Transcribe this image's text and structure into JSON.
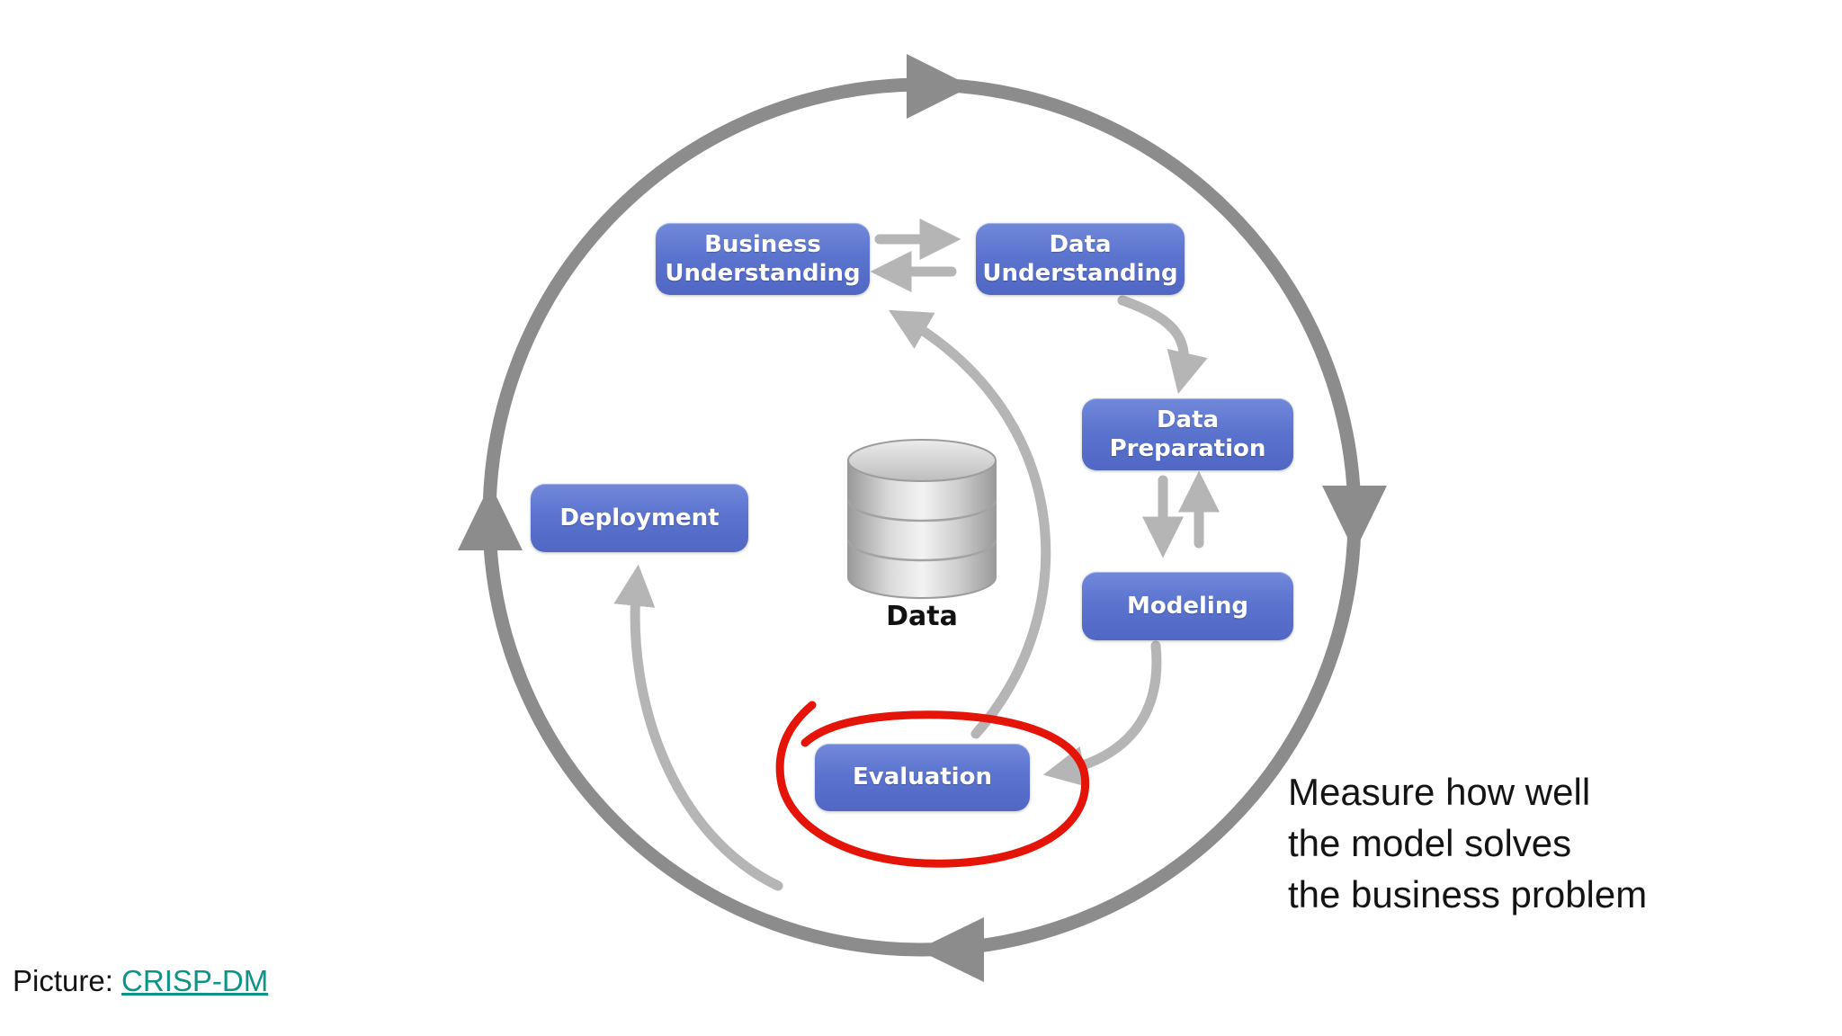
{
  "colors": {
    "node_fill": "#5b74ce",
    "node_text": "#ffffff",
    "cycle_circle": "#8c8c8c",
    "inner_arrows": "#b5b5b5",
    "highlight_red": "#e51408",
    "link_teal": "#0d9488",
    "background": "#ffffff"
  },
  "diagram": {
    "nodes": [
      {
        "id": "business-understanding",
        "label": "Business Understanding"
      },
      {
        "id": "data-understanding",
        "label": "Data Understanding"
      },
      {
        "id": "data-preparation",
        "label": "Data Preparation"
      },
      {
        "id": "modeling",
        "label": "Modeling"
      },
      {
        "id": "evaluation",
        "label": "Evaluation"
      },
      {
        "id": "deployment",
        "label": "Deployment"
      }
    ],
    "data_store_label": "Data",
    "highlighted_node": "Evaluation",
    "edges": [
      {
        "from": "Business Understanding",
        "to": "Data Understanding",
        "style": "double-arrow"
      },
      {
        "from": "Data Understanding",
        "to": "Data Preparation",
        "style": "arrow"
      },
      {
        "from": "Data Preparation",
        "to": "Modeling",
        "style": "double-arrow"
      },
      {
        "from": "Modeling",
        "to": "Evaluation",
        "style": "arrow"
      },
      {
        "from": "Evaluation",
        "to": "Business Understanding",
        "style": "arrow"
      },
      {
        "from": "Evaluation",
        "to": "Deployment",
        "style": "arrow"
      },
      {
        "from": "cycle",
        "to": "cycle",
        "style": "clockwise-outer-loop"
      }
    ]
  },
  "annotation": {
    "text": "Measure how well\nthe model solves\nthe business problem"
  },
  "caption": {
    "prefix": "Picture: ",
    "link_label": "CRISP-DM"
  }
}
